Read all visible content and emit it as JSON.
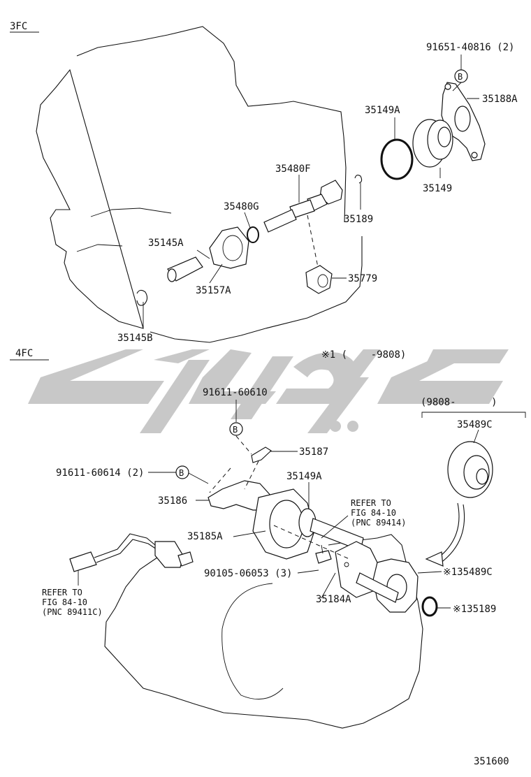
{
  "sections": {
    "top": "3FC",
    "bottom": "4FC"
  },
  "note": {
    "star1": "※1 (    -9808)",
    "date_range": "(9808-      )"
  },
  "labels": {
    "p91651_40816": "91651-40816 (2)",
    "p35188A": "35188A",
    "p35149A_top": "35149A",
    "p35149": "35149",
    "p35480F": "35480F",
    "p35480G": "35480G",
    "p35189": "35189",
    "p35145A": "35145A",
    "p35157A": "35157A",
    "p35779": "35779",
    "p35145B": "35145B",
    "p91611_60610": "91611-60610",
    "p35187": "35187",
    "p91611_60614": "91611-60614 (2)",
    "p35149A_bottom": "35149A",
    "p35186": "35186",
    "p35185A": "35185A",
    "p90105_06053": "90105-06053 (3)",
    "p35184A": "35184A",
    "p35489C": "35489C",
    "p135489C": "※135489C",
    "p135189": "※135189"
  },
  "callout_b": "B",
  "refer_right": {
    "line1": "REFER TO",
    "line2": "FIG 84-10",
    "line3": "(PNC 89414)"
  },
  "refer_left": {
    "line1": "REFER TO",
    "line2": "FIG 84-10",
    "line3": "(PNC 89411C)"
  },
  "figure_number": "351600"
}
